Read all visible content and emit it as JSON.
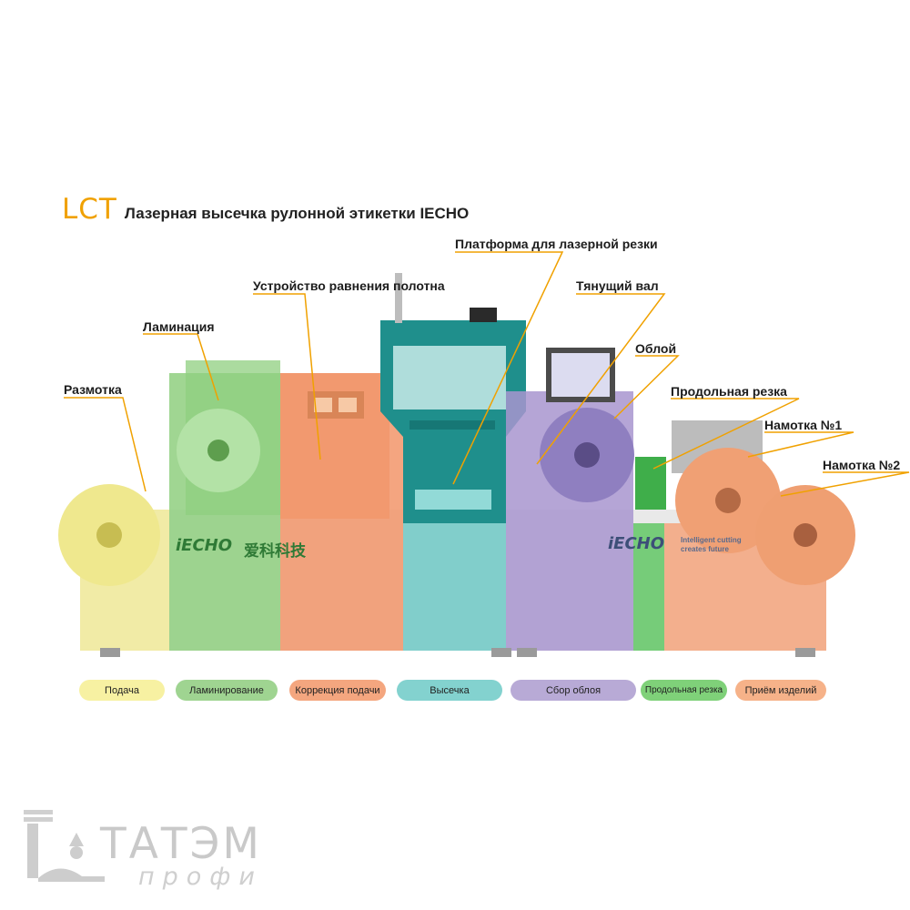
{
  "title": {
    "prefix": "LCT",
    "text": "Лазерная высечка рулонной этикетки IECHO"
  },
  "callouts": [
    {
      "key": "razmotka",
      "label": "Размотка"
    },
    {
      "key": "laminatsiya",
      "label": "Ламинация"
    },
    {
      "key": "ravnenie",
      "label": "Устройство равнения полотна"
    },
    {
      "key": "platforma",
      "label": "Платформа для лазерной резки"
    },
    {
      "key": "val",
      "label": "Тянущий вал"
    },
    {
      "key": "obloy",
      "label": "Облой"
    },
    {
      "key": "prodolnaya",
      "label": "Продольная резка"
    },
    {
      "key": "namotka1",
      "label": "Намотка №1"
    },
    {
      "key": "namotka2",
      "label": "Намотка №2"
    }
  ],
  "stages": [
    {
      "label": "Подача",
      "color": "#f7f1a2"
    },
    {
      "label": "Ламинирование",
      "color": "#9fd491"
    },
    {
      "label": "Коррекция подачи",
      "color": "#f4a67f"
    },
    {
      "label": "Высечка",
      "color": "#83d2cf"
    },
    {
      "label": "Сбор облоя",
      "color": "#b8aad6"
    },
    {
      "label": "Продольная резка",
      "color": "#7fd179"
    },
    {
      "label": "Приём изделий",
      "color": "#f6b289"
    }
  ],
  "machine_branding": {
    "logo_left": "iECHO",
    "logo_left_cn": "爱科科技",
    "logo_right": "iECHO",
    "slogan_line1": "Intelligent cutting",
    "slogan_line2": "creates future"
  },
  "watermark": {
    "brand": "ТАТЭМ",
    "sub": "профи"
  },
  "colors": {
    "accent": "#f0a100",
    "zone_feed": "#f2eb9a",
    "zone_laminate": "#8fcf7f",
    "zone_correction": "#f2956a",
    "zone_cut": "#6fc9c6",
    "zone_waste": "#a895cf",
    "zone_slit": "#62c765",
    "zone_receive": "#f4a57c"
  }
}
